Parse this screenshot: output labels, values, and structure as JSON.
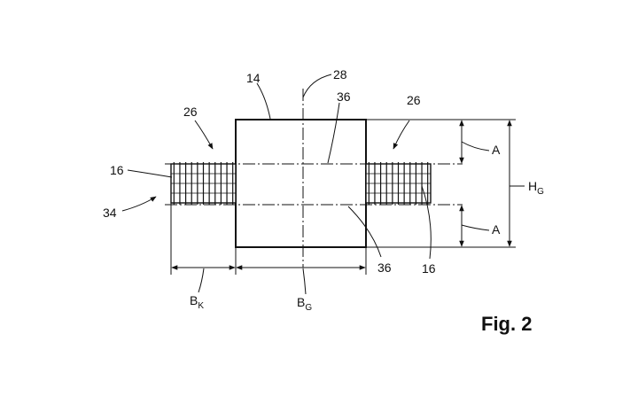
{
  "figure_label": "Fig. 2",
  "labels": {
    "core": "14",
    "axis": "28",
    "winding_top_left": "26",
    "winding_top_right": "26",
    "winding_left": "16",
    "winding_right": "16",
    "assembly": "34",
    "edge_top": "36",
    "edge_bottom": "36",
    "dim_a_top": "A",
    "dim_a_bottom": "A",
    "height_main": "H",
    "height_sub": "G",
    "width_coil_main": "B",
    "width_coil_sub": "K",
    "width_core_main": "B",
    "width_core_sub": "G"
  }
}
